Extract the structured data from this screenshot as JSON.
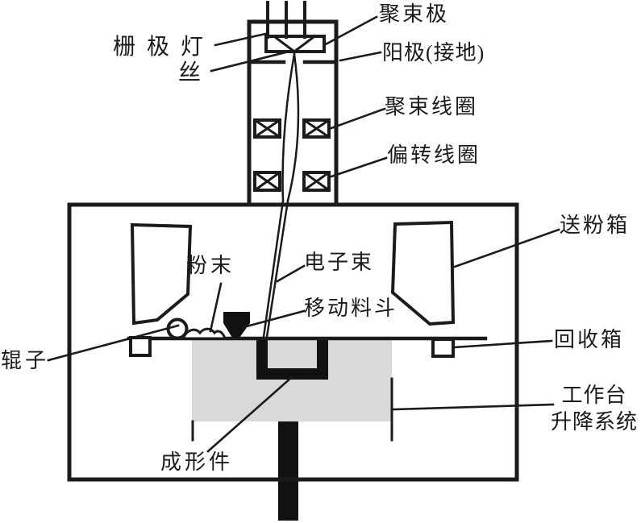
{
  "diagram": {
    "labels": {
      "focusing_electrode": "聚束极",
      "grid_filament_line1": "栅极灯",
      "grid_filament_line2": "丝",
      "anode_grounded": "阳极(接地)",
      "focusing_coil": "聚束线圈",
      "deflection_coil": "偏转线圈",
      "powder_feed_box": "送粉箱",
      "powder": "粉末",
      "electron_beam": "电子束",
      "moving_hopper": "移动料斗",
      "roller": "辊子",
      "recovery_box": "回收箱",
      "worktable_line1": "工作台",
      "worktable_line2": "升降系统",
      "formed_part": "成形件"
    },
    "colors": {
      "line": "#1b1b1b",
      "platform_gray": "#d9d9d9",
      "solid_black": "#111111",
      "background": "#ffffff"
    }
  }
}
